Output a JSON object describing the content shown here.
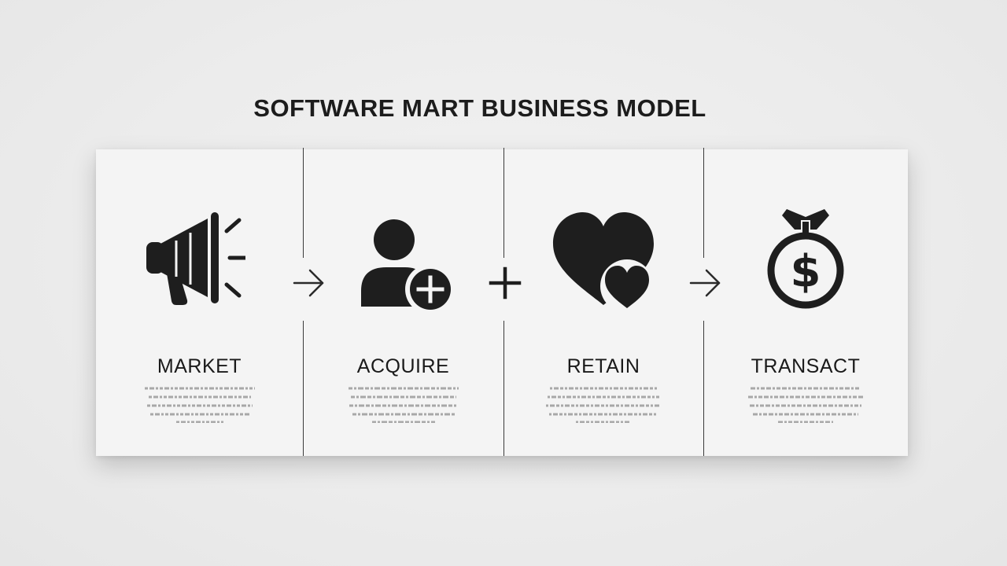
{
  "title": "SOFTWARE MART BUSINESS MODEL",
  "colors": {
    "icon": "#1e1e1e",
    "background": "#ececec",
    "panel": "#f4f4f4",
    "divider": "#3a3a3a"
  },
  "steps": [
    {
      "label": "MARKET",
      "icon": "megaphone-icon"
    },
    {
      "label": "ACQUIRE",
      "icon": "add-user-icon"
    },
    {
      "label": "RETAIN",
      "icon": "hearts-icon"
    },
    {
      "label": "TRANSACT",
      "icon": "money-bag-icon"
    }
  ],
  "connectors": [
    "arrow-right-icon",
    "plus-icon",
    "arrow-right-icon"
  ]
}
